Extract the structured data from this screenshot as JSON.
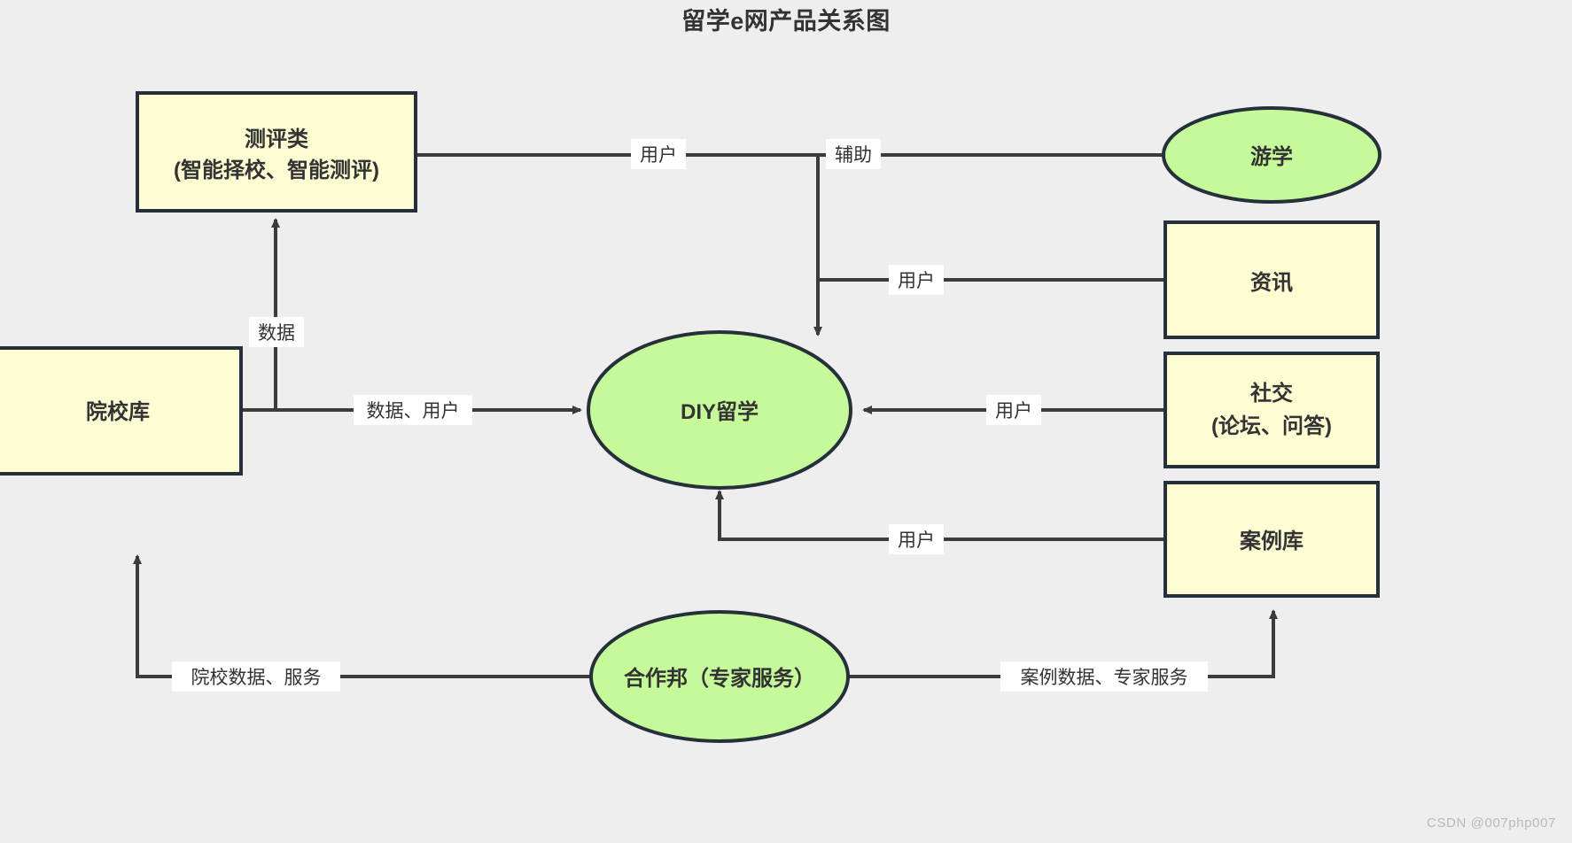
{
  "title": "留学e网产品关系图",
  "watermark": "CSDN @007php007",
  "colors": {
    "background": "#eeeeee",
    "rect_fill": "#fdfcd3",
    "ellipse_fill": "#c5f99a",
    "stroke": "#25303b",
    "link": "#3b3b3b",
    "text": "#333333"
  },
  "nodes": [
    {
      "id": "assessment",
      "shape": "rect",
      "label_line1": "测评类",
      "label_line2": "(智能择校、智能测评)"
    },
    {
      "id": "school-db",
      "shape": "rect",
      "label_line1": "院校库",
      "label_line2": ""
    },
    {
      "id": "diy",
      "shape": "ellipse",
      "label_line1": "DIY留学",
      "label_line2": ""
    },
    {
      "id": "study-tour",
      "shape": "ellipse",
      "label_line1": "游学",
      "label_line2": ""
    },
    {
      "id": "news",
      "shape": "rect",
      "label_line1": "资讯",
      "label_line2": ""
    },
    {
      "id": "social",
      "shape": "rect",
      "label_line1": "社交",
      "label_line2": "(论坛、问答)"
    },
    {
      "id": "case-db",
      "shape": "rect",
      "label_line1": "案例库",
      "label_line2": ""
    },
    {
      "id": "partner",
      "shape": "ellipse",
      "label_line1": "合作邦（专家服务）",
      "label_line2": ""
    }
  ],
  "edges": [
    {
      "id": "assessment-diy",
      "from": "assessment",
      "to": "diy",
      "label": "用户"
    },
    {
      "id": "studytour-assessment",
      "from": "study-tour",
      "to": "assessment",
      "label": "辅助"
    },
    {
      "id": "news-diy",
      "from": "news",
      "to": "diy",
      "label": "用户"
    },
    {
      "id": "schooldb-assessment",
      "from": "school-db",
      "to": "assessment",
      "label": "数据"
    },
    {
      "id": "schooldb-diy",
      "from": "school-db",
      "to": "diy",
      "label": "数据、用户"
    },
    {
      "id": "social-diy",
      "from": "social",
      "to": "diy",
      "label": "用户"
    },
    {
      "id": "casedb-diy",
      "from": "case-db",
      "to": "diy",
      "label": "用户"
    },
    {
      "id": "partner-schooldb",
      "from": "partner",
      "to": "school-db",
      "label": "院校数据、服务"
    },
    {
      "id": "partner-casedb",
      "from": "partner",
      "to": "case-db",
      "label": "案例数据、专家服务"
    }
  ]
}
